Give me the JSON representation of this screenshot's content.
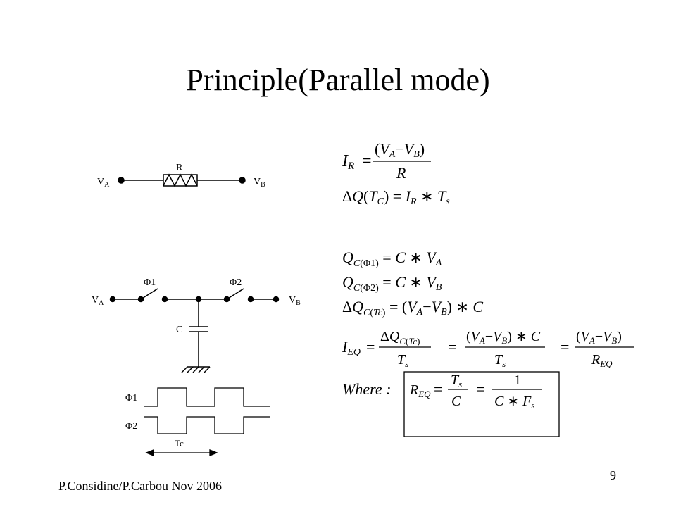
{
  "slide": {
    "title": "Principle(Parallel mode)",
    "footer": "P.Considine/P.Carbou Nov 2006",
    "page_number": "9"
  },
  "resistor_circuit": {
    "label_va": "V",
    "sub_a": "A",
    "label_vb": "V",
    "sub_b": "B",
    "label_r": "R"
  },
  "switched_cap_circuit": {
    "label_va": "V",
    "sub_a": "A",
    "label_vb": "V",
    "sub_b": "B",
    "phi1": "Φ1",
    "phi2": "Φ2",
    "label_c": "C"
  },
  "timing_diagram": {
    "phi1": "Φ1",
    "phi2": "Φ2",
    "period_label": "Tc"
  },
  "equations": {
    "where": "Where :"
  }
}
